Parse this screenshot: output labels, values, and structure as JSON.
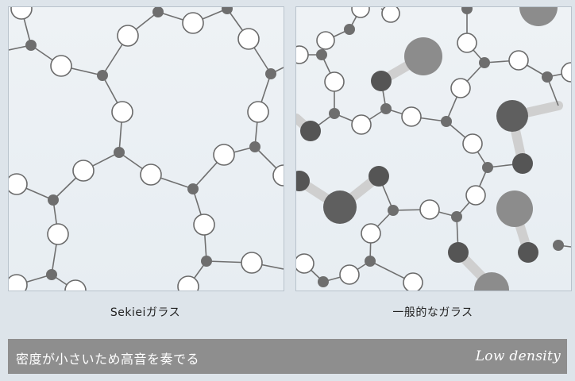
{
  "captions": {
    "left": "Sekieiガラス",
    "right": "一般的なガラス"
  },
  "footer": {
    "title": "密度が小さいため高音を奏でる",
    "subtitle": "Low density"
  },
  "colors": {
    "background": "#dde4ea",
    "panel": "#eef2f5",
    "footer_band": "#8e8e8e",
    "atom_white": "#ffffff",
    "atom_grey": "#6e6e6e",
    "atom_dark": "#555555",
    "atom_big_light": "#8c8c8c"
  }
}
